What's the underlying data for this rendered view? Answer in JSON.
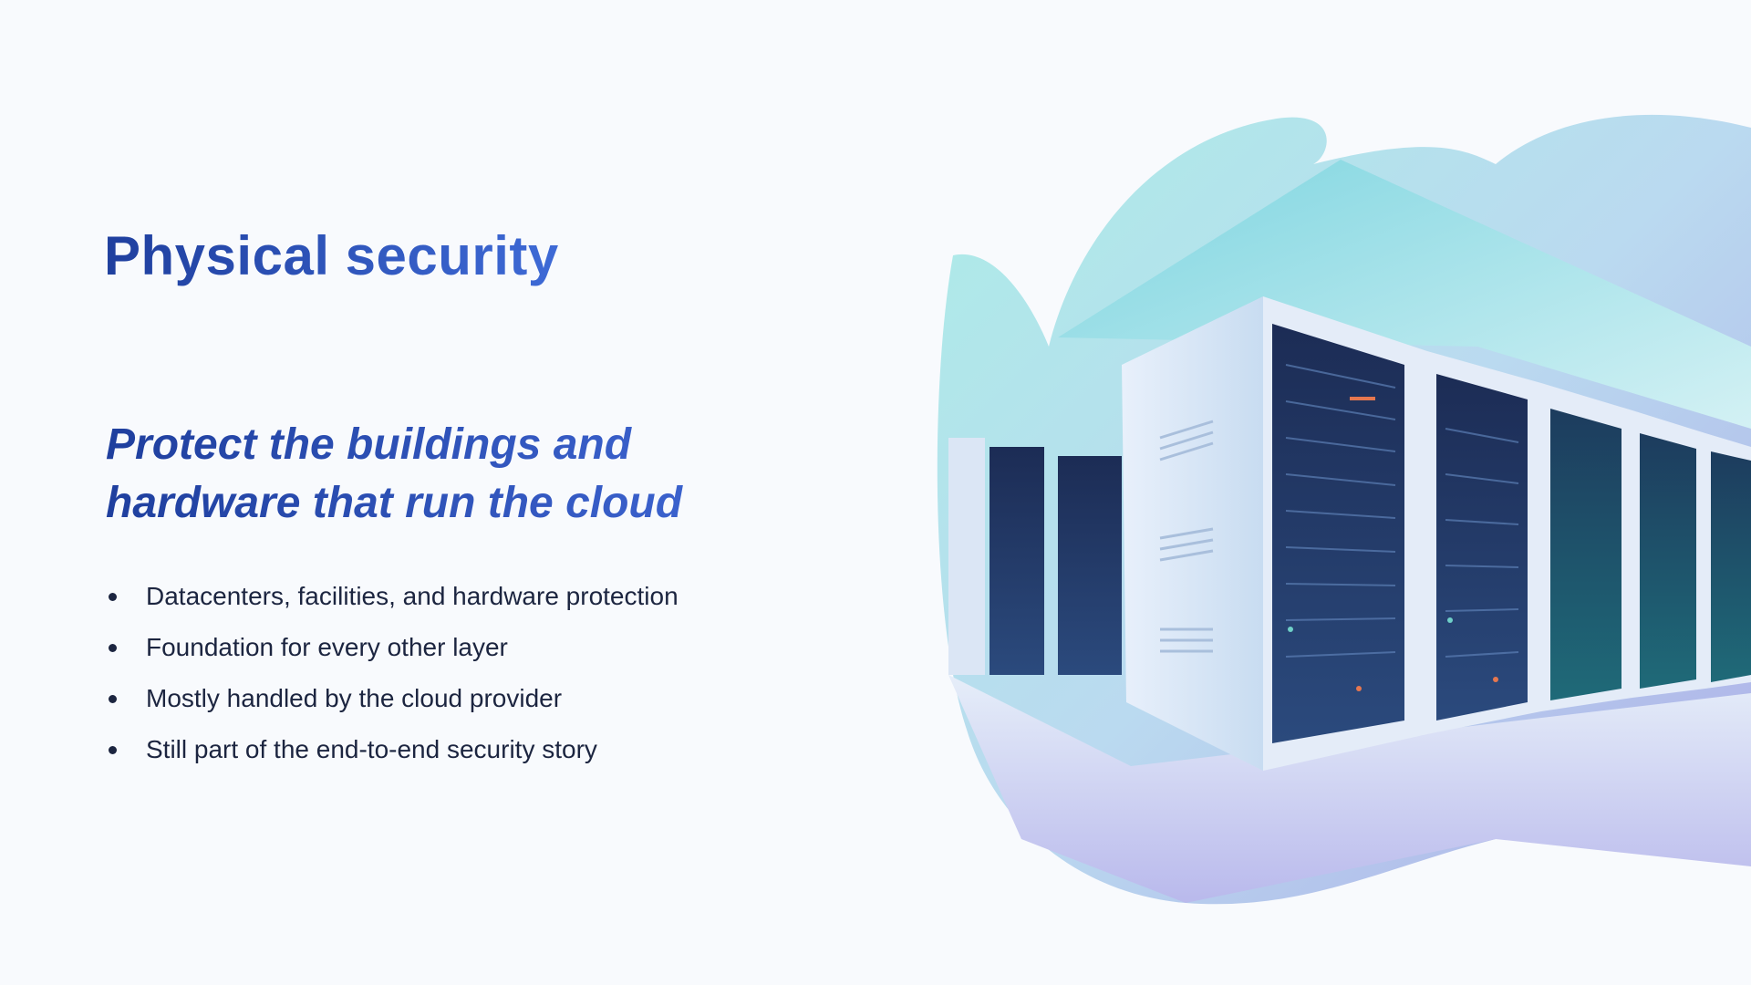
{
  "slide": {
    "title": "Physical security",
    "subtitle_lines": [
      "Protect the buildings and",
      "hardware that run the cloud"
    ],
    "bullets": [
      "Datacenters, facilities, and hardware protection",
      "Foundation for every other layer",
      "Mostly handled by the cloud provider",
      "Still part of the end-to-end security story"
    ]
  },
  "colors": {
    "title": "#1f3f9e",
    "title_end": "#3e6ad6",
    "body_text": "#1c2540",
    "teal": "#8fe0dc",
    "rack": "#23345e"
  }
}
